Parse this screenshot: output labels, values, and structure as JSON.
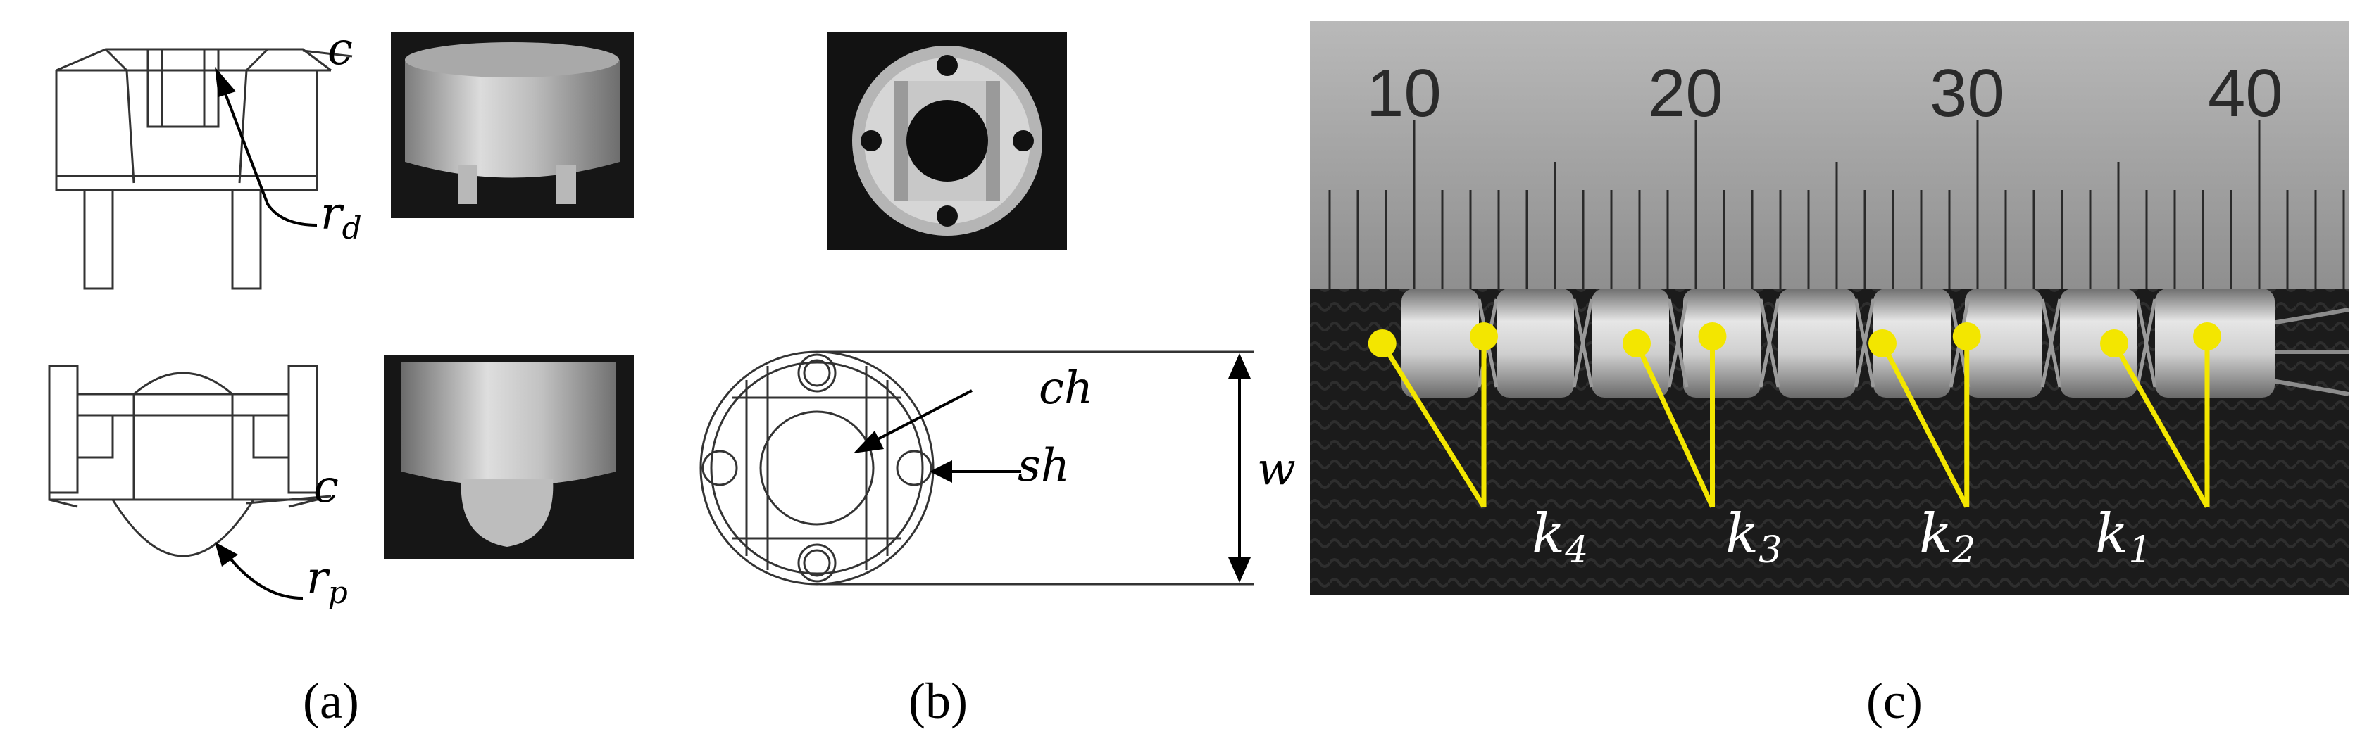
{
  "panel_a": {
    "caption": "(a)",
    "labels": {
      "c_top": "c",
      "r_d": "r",
      "r_d_sub": "d",
      "c_bottom": "c",
      "r_p": "r",
      "r_p_sub": "p"
    }
  },
  "panel_b": {
    "caption": "(b)",
    "labels": {
      "ch": "ch",
      "sh": "sh",
      "w": "w"
    }
  },
  "panel_c": {
    "caption": "(c)",
    "ruler_numbers": [
      "10",
      "20",
      "30",
      "40"
    ],
    "labels": [
      {
        "main": "k",
        "sub": "4"
      },
      {
        "main": "k",
        "sub": "3"
      },
      {
        "main": "k",
        "sub": "2"
      },
      {
        "main": "k",
        "sub": "1"
      }
    ],
    "marker_color": "#f3e600"
  }
}
